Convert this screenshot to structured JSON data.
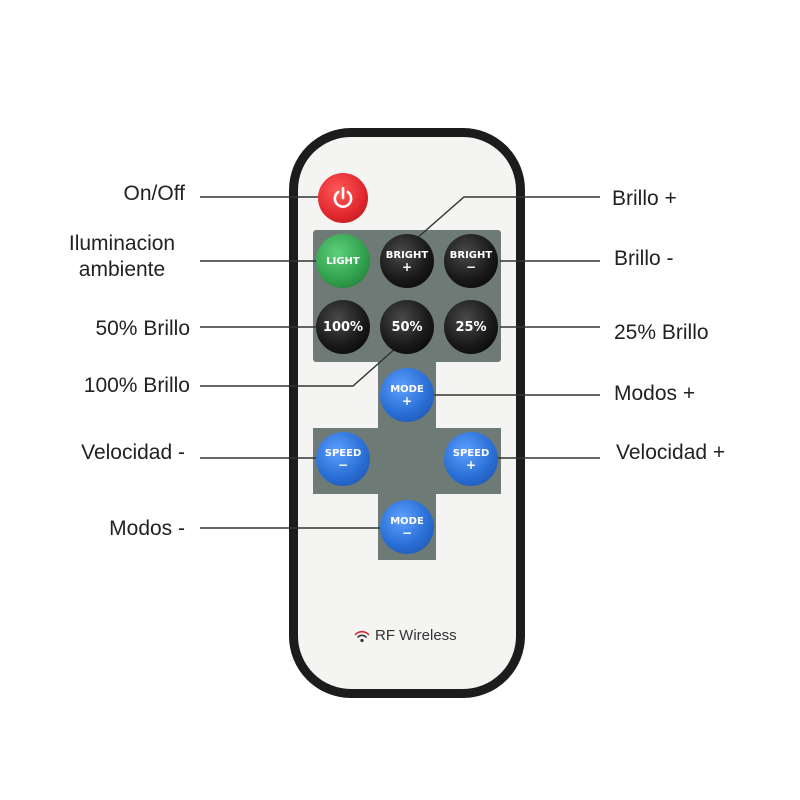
{
  "labels": {
    "on_off": "On/Off",
    "iluminacion_line1": "Iluminacion",
    "iluminacion_line2": "ambiente",
    "brillo_50": "50% Brillo",
    "brillo_100": "100% Brillo",
    "velocidad_minus": "Velocidad -",
    "modos_minus": "Modos -",
    "brillo_plus": "Brillo +",
    "brillo_minus": "Brillo -",
    "brillo_25": "25% Brillo",
    "modos_plus": "Modos +",
    "velocidad_plus": "Velocidad +"
  },
  "buttons": {
    "light": "LIGHT",
    "bright_plus_top": "BRIGHT",
    "bright_plus_sign": "+",
    "bright_minus_top": "BRIGHT",
    "bright_minus_sign": "−",
    "pct_100": "100%",
    "pct_50": "50%",
    "pct_25": "25%",
    "mode_plus_top": "MODE",
    "mode_plus_sign": "+",
    "speed_minus_top": "SPEED",
    "speed_minus_sign": "−",
    "speed_plus_top": "SPEED",
    "speed_plus_sign": "+",
    "mode_minus_top": "MODE",
    "mode_minus_sign": "−"
  },
  "brand": {
    "text": "RF Wireless",
    "icon": "wireless-signal-icon"
  },
  "colors": {
    "power": "#e0262c",
    "light": "#2f9e4b",
    "dark_button": "#1a1a1a",
    "blue_button": "#2a6fd6",
    "panel": "#6e7a76",
    "body": "#f4f4f2",
    "border": "#1c1c1c"
  }
}
